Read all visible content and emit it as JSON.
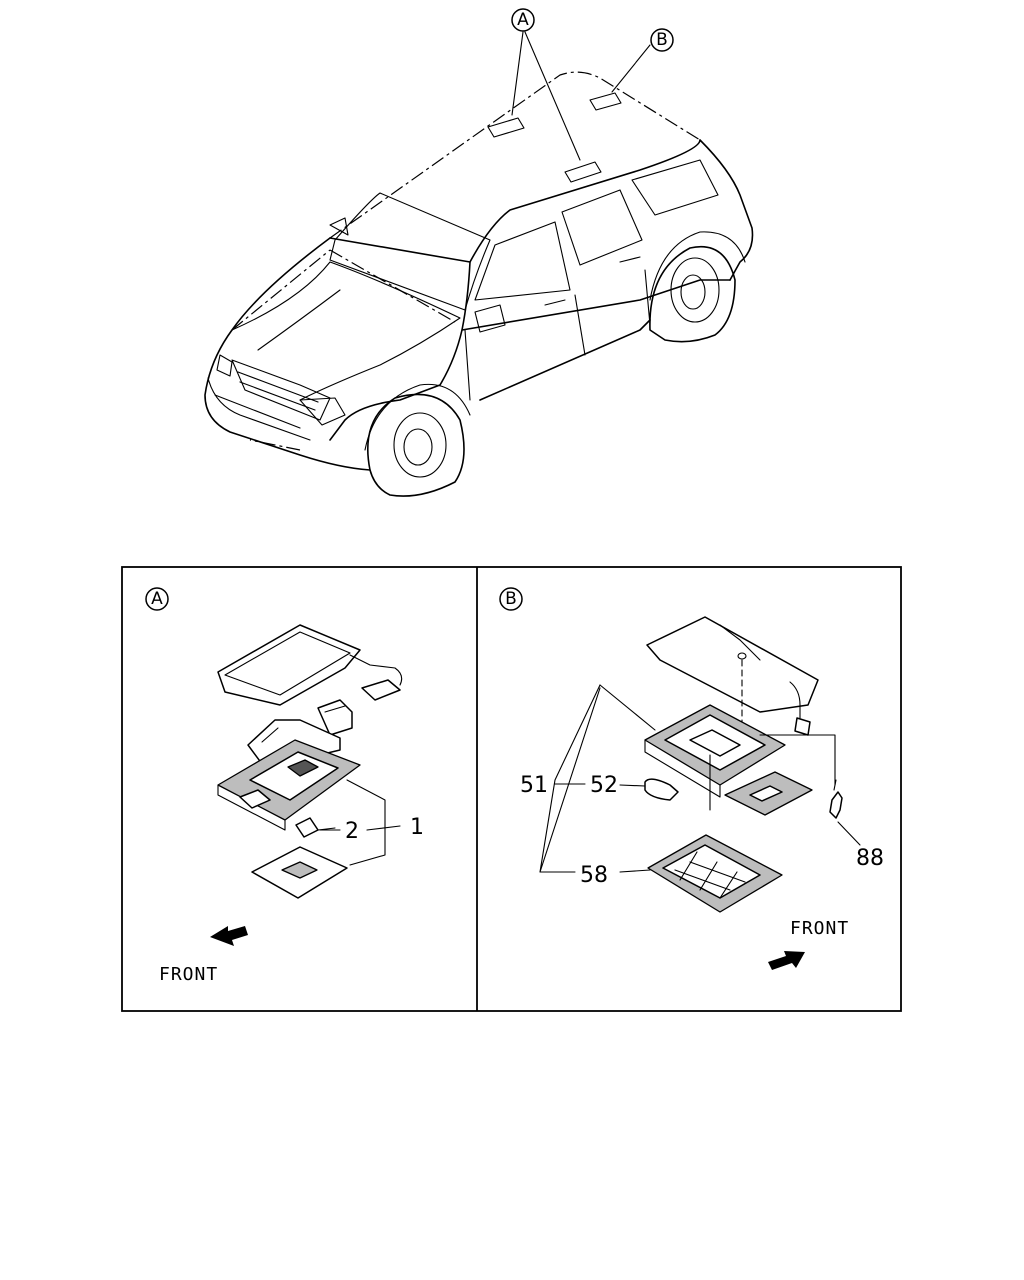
{
  "vehicle": {
    "callouts": [
      {
        "id": "callout-a",
        "letter": "A"
      },
      {
        "id": "callout-b",
        "letter": "B"
      }
    ]
  },
  "panel_a": {
    "letter": "A",
    "labels": {
      "part_1": "1",
      "part_2": "2"
    },
    "front_label": "FRONT"
  },
  "panel_b": {
    "letter": "B",
    "labels": {
      "part_51": "51",
      "part_52": "52",
      "part_58": "58",
      "part_88": "88"
    },
    "front_label": "FRONT"
  }
}
